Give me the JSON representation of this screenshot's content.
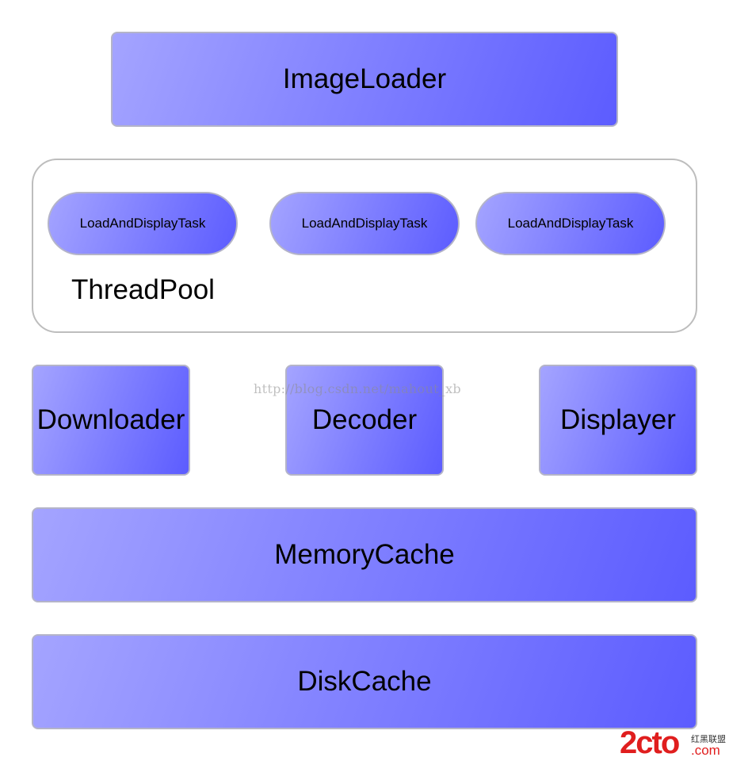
{
  "diagram": {
    "image_loader": "ImageLoader",
    "thread_pool": {
      "label": "ThreadPool",
      "tasks": [
        "LoadAndDisplayTask",
        "LoadAndDisplayTask",
        "LoadAndDisplayTask"
      ]
    },
    "components": {
      "downloader": "Downloader",
      "decoder": "Decoder",
      "displayer": "Displayer"
    },
    "memory_cache": "MemoryCache",
    "disk_cache": "DiskCache"
  },
  "watermark": "http://blog.csdn.net/mahout_xb",
  "logo": {
    "brand": "2cto",
    "domain": ".com",
    "tagline": "红黑联盟",
    "color": "#e01e1e"
  },
  "colors": {
    "box_gradient_start": "#a4a4ff",
    "box_gradient_end": "#5c5cff",
    "box_border": "#b4b4c8",
    "container_border": "#bdbdbd"
  }
}
